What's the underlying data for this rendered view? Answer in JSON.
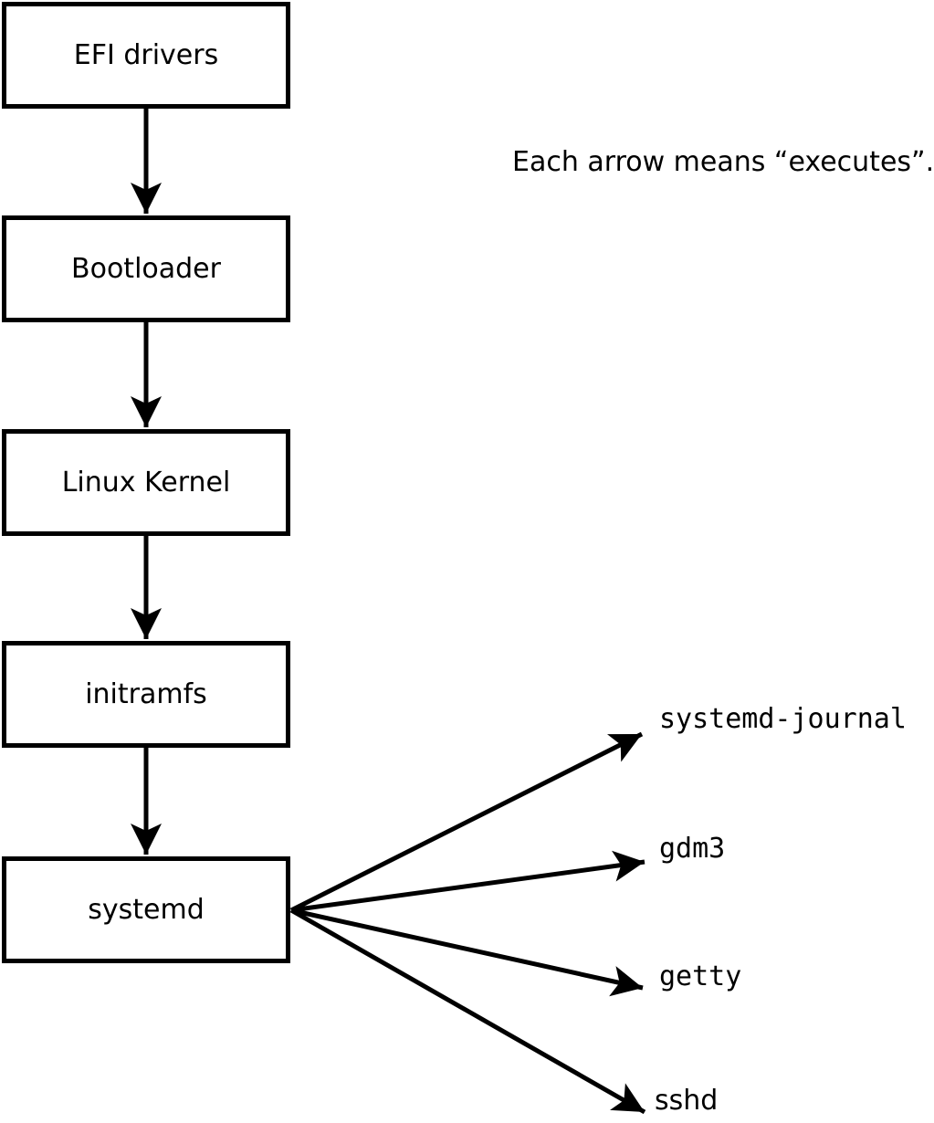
{
  "diagram": {
    "caption": "Each arrow means “executes”.",
    "colors": {
      "stroke": "#000000",
      "box_fill": "#ffffff",
      "text": "#000000",
      "background": "#ffffff"
    },
    "chain": [
      {
        "id": "efi-drivers",
        "label": "EFI drivers"
      },
      {
        "id": "bootloader",
        "label": "Bootloader"
      },
      {
        "id": "linux-kernel",
        "label": "Linux Kernel"
      },
      {
        "id": "initramfs",
        "label": "initramfs"
      },
      {
        "id": "systemd",
        "label": "systemd"
      }
    ],
    "spawned": [
      {
        "id": "systemd-journal",
        "label": "systemd-journal"
      },
      {
        "id": "gdm3",
        "label": "gdm3"
      },
      {
        "id": "getty",
        "label": "getty"
      },
      {
        "id": "sshd",
        "label": "sshd"
      }
    ],
    "edges": [
      {
        "from": "EFI drivers",
        "to": "Bootloader",
        "meaning": "executes"
      },
      {
        "from": "Bootloader",
        "to": "Linux Kernel",
        "meaning": "executes"
      },
      {
        "from": "Linux Kernel",
        "to": "initramfs",
        "meaning": "executes"
      },
      {
        "from": "initramfs",
        "to": "systemd",
        "meaning": "executes"
      },
      {
        "from": "systemd",
        "to": "systemd-journal",
        "meaning": "executes"
      },
      {
        "from": "systemd",
        "to": "gdm3",
        "meaning": "executes"
      },
      {
        "from": "systemd",
        "to": "getty",
        "meaning": "executes"
      },
      {
        "from": "systemd",
        "to": "sshd",
        "meaning": "executes"
      }
    ]
  }
}
